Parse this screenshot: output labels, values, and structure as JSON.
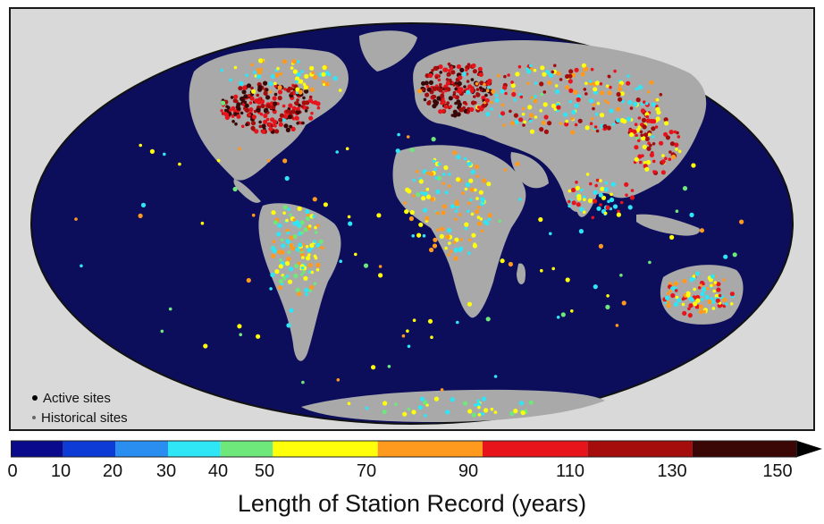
{
  "legend": {
    "active_label": "Active sites",
    "historical_label": "Historical sites",
    "active_symbol": "large dot",
    "historical_symbol": "small dot"
  },
  "colors": {
    "ocean": "#0c0e5c",
    "land": "#a9a9a9",
    "background": "#d9d9d9"
  },
  "colorbar": {
    "title": "Length of Station Record (years)",
    "ticks": [
      "0",
      "10",
      "20",
      "30",
      "40",
      "50",
      "70",
      "90",
      "110",
      "130",
      "150"
    ],
    "bins": [
      {
        "from": 0,
        "to": 10,
        "color": "#0a0a8c"
      },
      {
        "from": 10,
        "to": 20,
        "color": "#0d3bd6"
      },
      {
        "from": 20,
        "to": 30,
        "color": "#2a8ef0"
      },
      {
        "from": 30,
        "to": 40,
        "color": "#2ee6f5"
      },
      {
        "from": 40,
        "to": 50,
        "color": "#6ee87a"
      },
      {
        "from": 50,
        "to": 70,
        "color": "#ffff0a"
      },
      {
        "from": 70,
        "to": 90,
        "color": "#ff9a1f"
      },
      {
        "from": 90,
        "to": 110,
        "color": "#e8141c"
      },
      {
        "from": 110,
        "to": 130,
        "color": "#a50c0c"
      },
      {
        "from": 130,
        "to": 150,
        "color": "#3a0606"
      }
    ],
    "overflow_arrow": true
  }
}
